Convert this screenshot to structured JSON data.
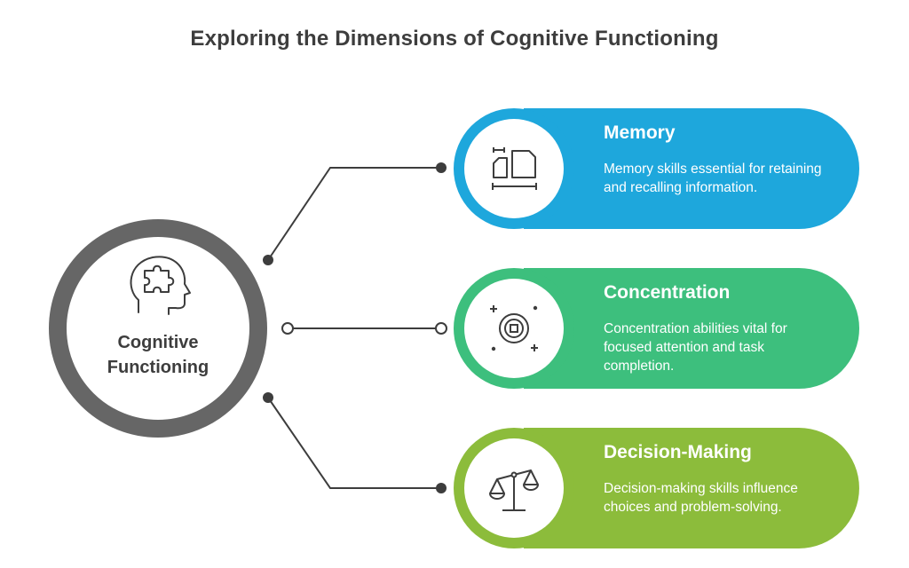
{
  "title": "Exploring the Dimensions of Cognitive Functioning",
  "center": {
    "line1": "Cognitive",
    "line2": "Functioning",
    "icon": "head-puzzle-icon"
  },
  "colors": {
    "memory": "#1ea7dc",
    "concentration": "#3dbf7d",
    "decision": "#8cbc3b",
    "center_ring": "#666666",
    "text_dark": "#3d3d3d"
  },
  "items": [
    {
      "title": "Memory",
      "description": "Memory skills essential for retaining and recalling information.",
      "icon": "memory-blocks-icon"
    },
    {
      "title": "Concentration",
      "description": "Concentration abilities vital for focused attention and task completion.",
      "icon": "target-focus-icon"
    },
    {
      "title": "Decision-Making",
      "description": "Decision-making skills influence choices and problem-solving.",
      "icon": "scales-icon"
    }
  ]
}
